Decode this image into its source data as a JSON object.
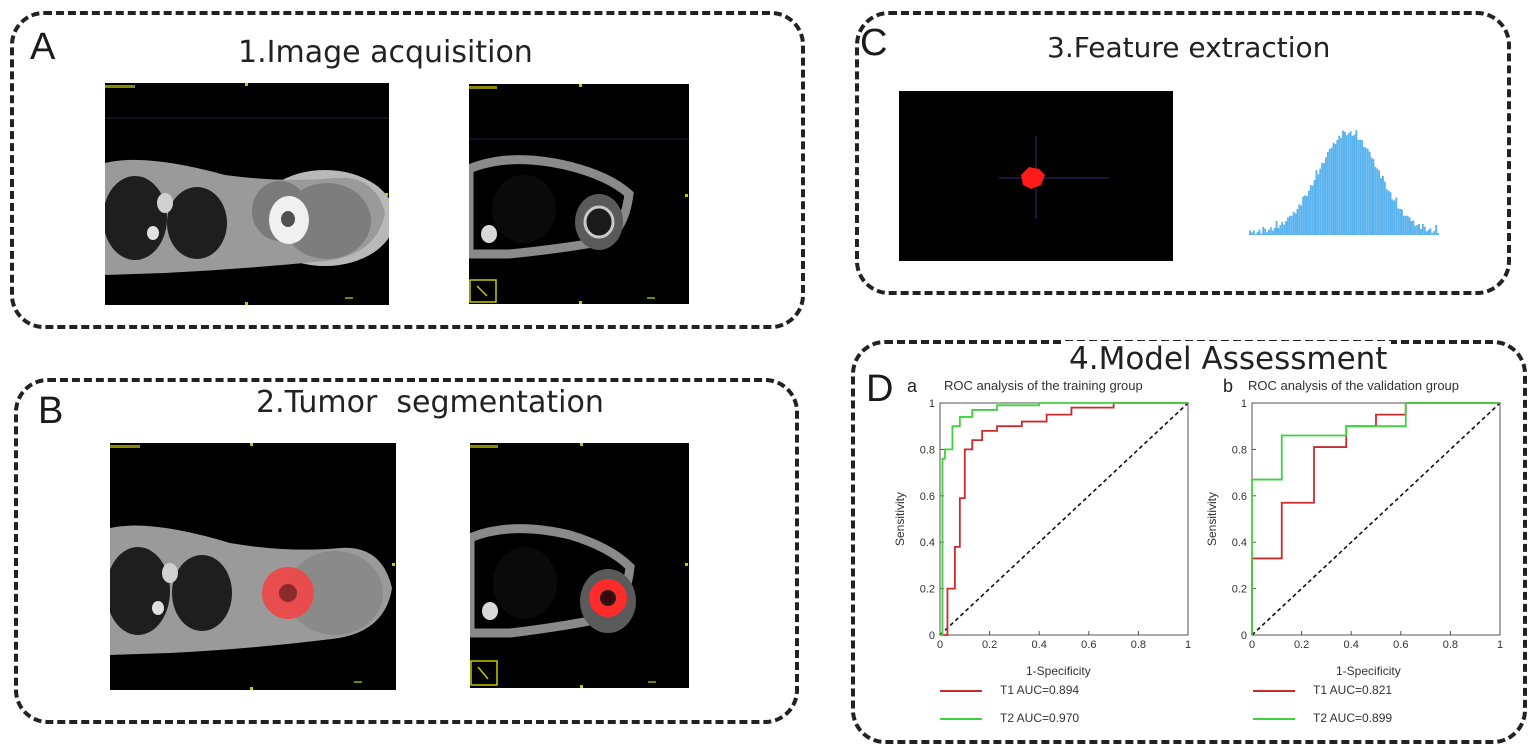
{
  "panels": {
    "A": {
      "letter": "A",
      "title": "1.Image acquisition"
    },
    "B": {
      "letter": "B",
      "title": "2.Tumor  segmentation"
    },
    "C": {
      "letter": "C",
      "title": "3.Feature extraction"
    },
    "D": {
      "letter": "D",
      "title": "4.Model Assessment"
    }
  },
  "colors": {
    "t1": "#cc2b2b",
    "t2": "#3fd23f",
    "roi": "#ff2222",
    "hist": "#5cb4ee",
    "mri_grid": "#c8c800"
  },
  "icons": {
    "segmentation_overlay": "red-roi-overlay",
    "histogram": "intensity-histogram"
  },
  "chart_data": [
    {
      "type": "line",
      "sublabel": "a",
      "title": "ROC analysis of the training group",
      "xlabel": "1-Specificity",
      "ylabel": "Sensitivity",
      "xlim": [
        0,
        1
      ],
      "ylim": [
        0,
        1
      ],
      "xticks": [
        "0",
        "0.2",
        "0.4",
        "0.6",
        "0.8",
        "1"
      ],
      "yticks": [
        "0",
        "0.2",
        "0.4",
        "0.6",
        "0.8",
        "1"
      ],
      "diagonal": true,
      "legend": "bottom",
      "series": [
        {
          "name": "T1 AUC=0.894",
          "color": "#cc2b2b",
          "x": [
            0,
            0.03,
            0.03,
            0.06,
            0.06,
            0.08,
            0.08,
            0.1,
            0.1,
            0.13,
            0.13,
            0.17,
            0.17,
            0.23,
            0.23,
            0.33,
            0.33,
            0.43,
            0.43,
            0.53,
            0.53,
            0.7,
            0.7,
            1.0
          ],
          "y": [
            0,
            0,
            0.2,
            0.2,
            0.38,
            0.38,
            0.59,
            0.59,
            0.8,
            0.8,
            0.84,
            0.84,
            0.88,
            0.88,
            0.9,
            0.9,
            0.92,
            0.92,
            0.95,
            0.95,
            0.98,
            0.98,
            1.0,
            1.0
          ]
        },
        {
          "name": "T2 AUC=0.970",
          "color": "#3fd23f",
          "x": [
            0,
            0.01,
            0.01,
            0.02,
            0.02,
            0.05,
            0.05,
            0.08,
            0.08,
            0.13,
            0.13,
            0.23,
            0.23,
            0.4,
            0.4,
            1.0
          ],
          "y": [
            0,
            0,
            0.76,
            0.76,
            0.8,
            0.8,
            0.9,
            0.9,
            0.94,
            0.94,
            0.97,
            0.97,
            0.99,
            0.99,
            1.0,
            1.0
          ]
        }
      ]
    },
    {
      "type": "line",
      "sublabel": "b",
      "title": "ROC analysis of the validation group",
      "xlabel": "1-Specificity",
      "ylabel": "Sensitivity",
      "xlim": [
        0,
        1
      ],
      "ylim": [
        0,
        1
      ],
      "xticks": [
        "0",
        "0.2",
        "0.4",
        "0.6",
        "0.8",
        "1"
      ],
      "yticks": [
        "0",
        "0.2",
        "0.4",
        "0.6",
        "0.8",
        "1"
      ],
      "diagonal": true,
      "legend": "bottom",
      "series": [
        {
          "name": "T1 AUC=0.821",
          "color": "#cc2b2b",
          "x": [
            0,
            0.0,
            0.12,
            0.12,
            0.25,
            0.25,
            0.38,
            0.38,
            0.5,
            0.5,
            0.62,
            0.62,
            1.0
          ],
          "y": [
            0,
            0.33,
            0.33,
            0.57,
            0.57,
            0.81,
            0.81,
            0.9,
            0.9,
            0.95,
            0.95,
            1.0,
            1.0
          ]
        },
        {
          "name": "T2 AUC=0.899",
          "color": "#3fd23f",
          "x": [
            0,
            0.0,
            0.12,
            0.12,
            0.25,
            0.25,
            0.38,
            0.38,
            0.62,
            0.62,
            1.0
          ],
          "y": [
            0,
            0.67,
            0.67,
            0.86,
            0.86,
            0.86,
            0.86,
            0.9,
            0.9,
            1.0,
            1.0
          ]
        }
      ]
    }
  ]
}
